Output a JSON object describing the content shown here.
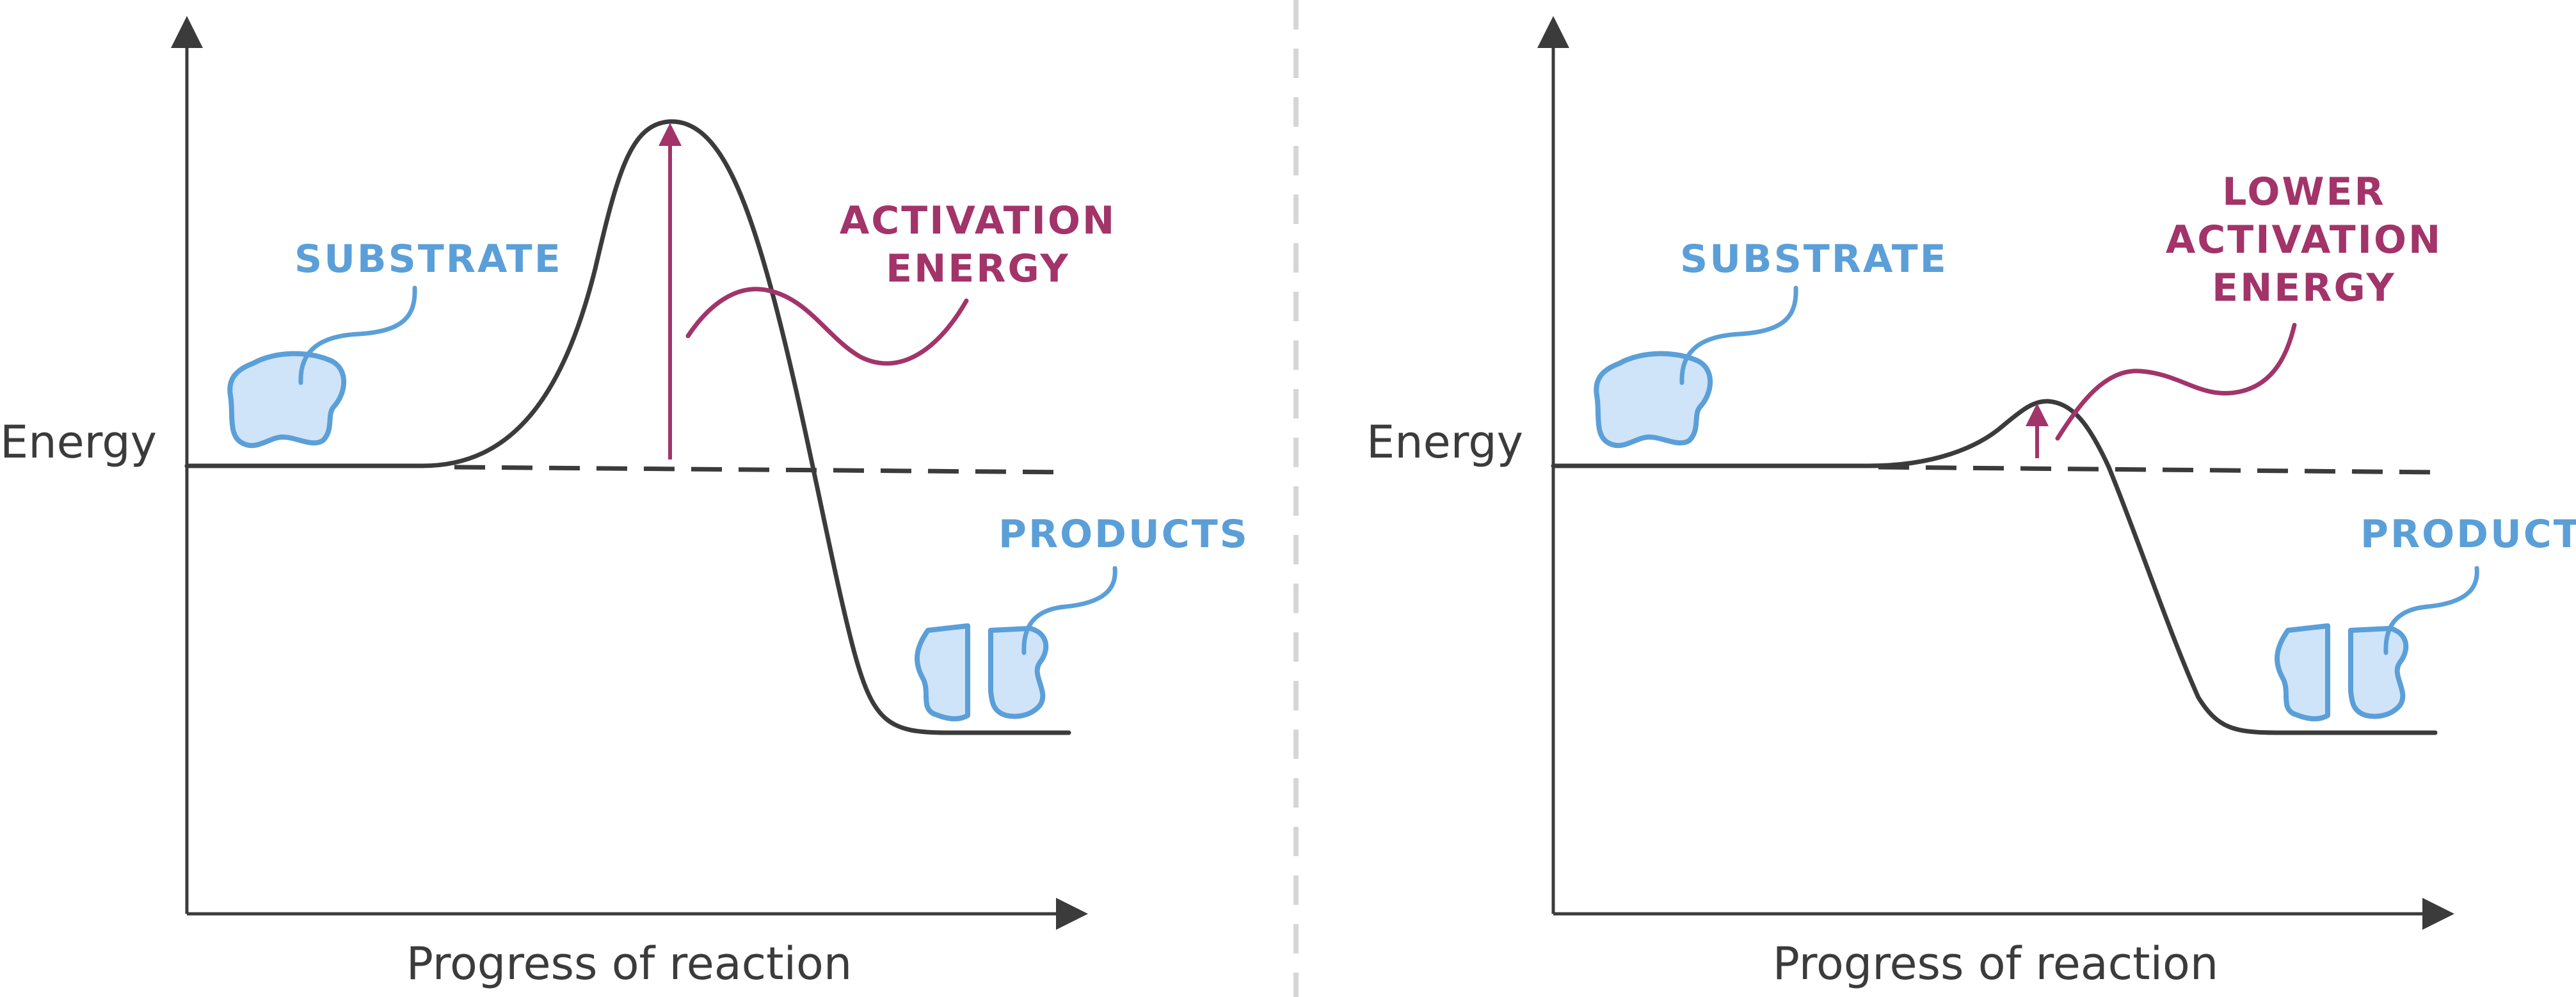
{
  "colors": {
    "curve": "#3b3b3b",
    "substrate_blue": "#5b9fd8",
    "blob_fill": "#cfe4f8",
    "activation_red": "#a2346a",
    "divider_gray": "#d6d6d6"
  },
  "left_panel": {
    "y_axis_label": "Energy",
    "x_axis_label": "Progress of reaction",
    "substrate_label": "SUBSTRATE",
    "products_label": "PRODUCTS",
    "activation_line1": "ACTIVATION",
    "activation_line2": "ENERGY"
  },
  "right_panel": {
    "y_axis_label": "Energy",
    "x_axis_label": "Progress of reaction",
    "substrate_label": "SUBSTRATE",
    "products_label": "PRODUCTS",
    "activation_line1": "LOWER",
    "activation_line2": "ACTIVATION",
    "activation_line3": "ENERGY"
  }
}
